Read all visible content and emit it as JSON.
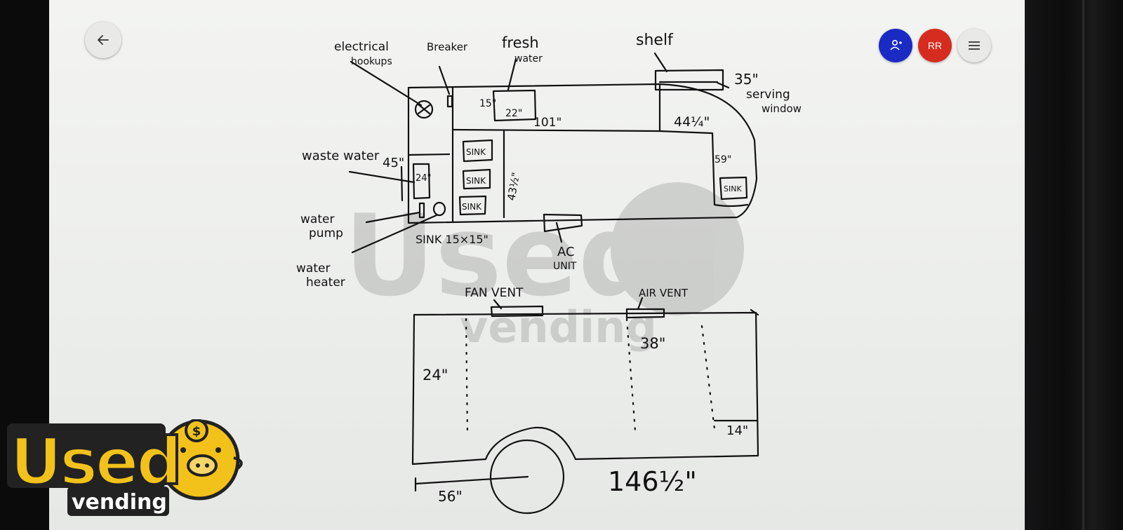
{
  "toolbar": {
    "back_icon": "arrow-left-icon",
    "user_icon": "add-person-icon",
    "initials": "RR",
    "menu_icon": "hamburger-menu-icon",
    "colors": {
      "user": "#1a2bc4",
      "initials": "#d62c1f"
    }
  },
  "sketch": {
    "labels": {
      "electrical": "electrical",
      "hookups": "hookups",
      "breaker": "Breaker",
      "fresh": "fresh",
      "water_fresh": "water",
      "shelf": "shelf",
      "d35": "35\"",
      "serving": "serving",
      "window": "window",
      "d15": "15\"",
      "d22": "22\"",
      "d101": "101\"",
      "d44": "44¼\"",
      "waste_water": "waste water",
      "d45": "45\"",
      "d24_inner": "24\"",
      "sink1": "SINK",
      "sink2": "SINK",
      "sink3": "SINK",
      "d43": "43½\"",
      "d59": "59\"",
      "sink_right": "SINK",
      "water_pump_1": "water",
      "water_pump_2": "pump",
      "water_heater_1": "water",
      "water_heater_2": "heater",
      "sink_size": "SINK 15×15\"",
      "ac_1": "AC",
      "ac_2": "UNIT",
      "fan_vent": "FAN VENT",
      "air_vent": "AIR VENT",
      "d38": "38\"",
      "d24_side": "24\"",
      "d14": "14\"",
      "d56": "56\"",
      "d146": "146½\""
    }
  },
  "watermark": {
    "text_1": "Used",
    "text_2": "vending"
  },
  "logo": {
    "text_1": "Used",
    "text_2": "vending",
    "brand_color": "#f2c21b"
  }
}
